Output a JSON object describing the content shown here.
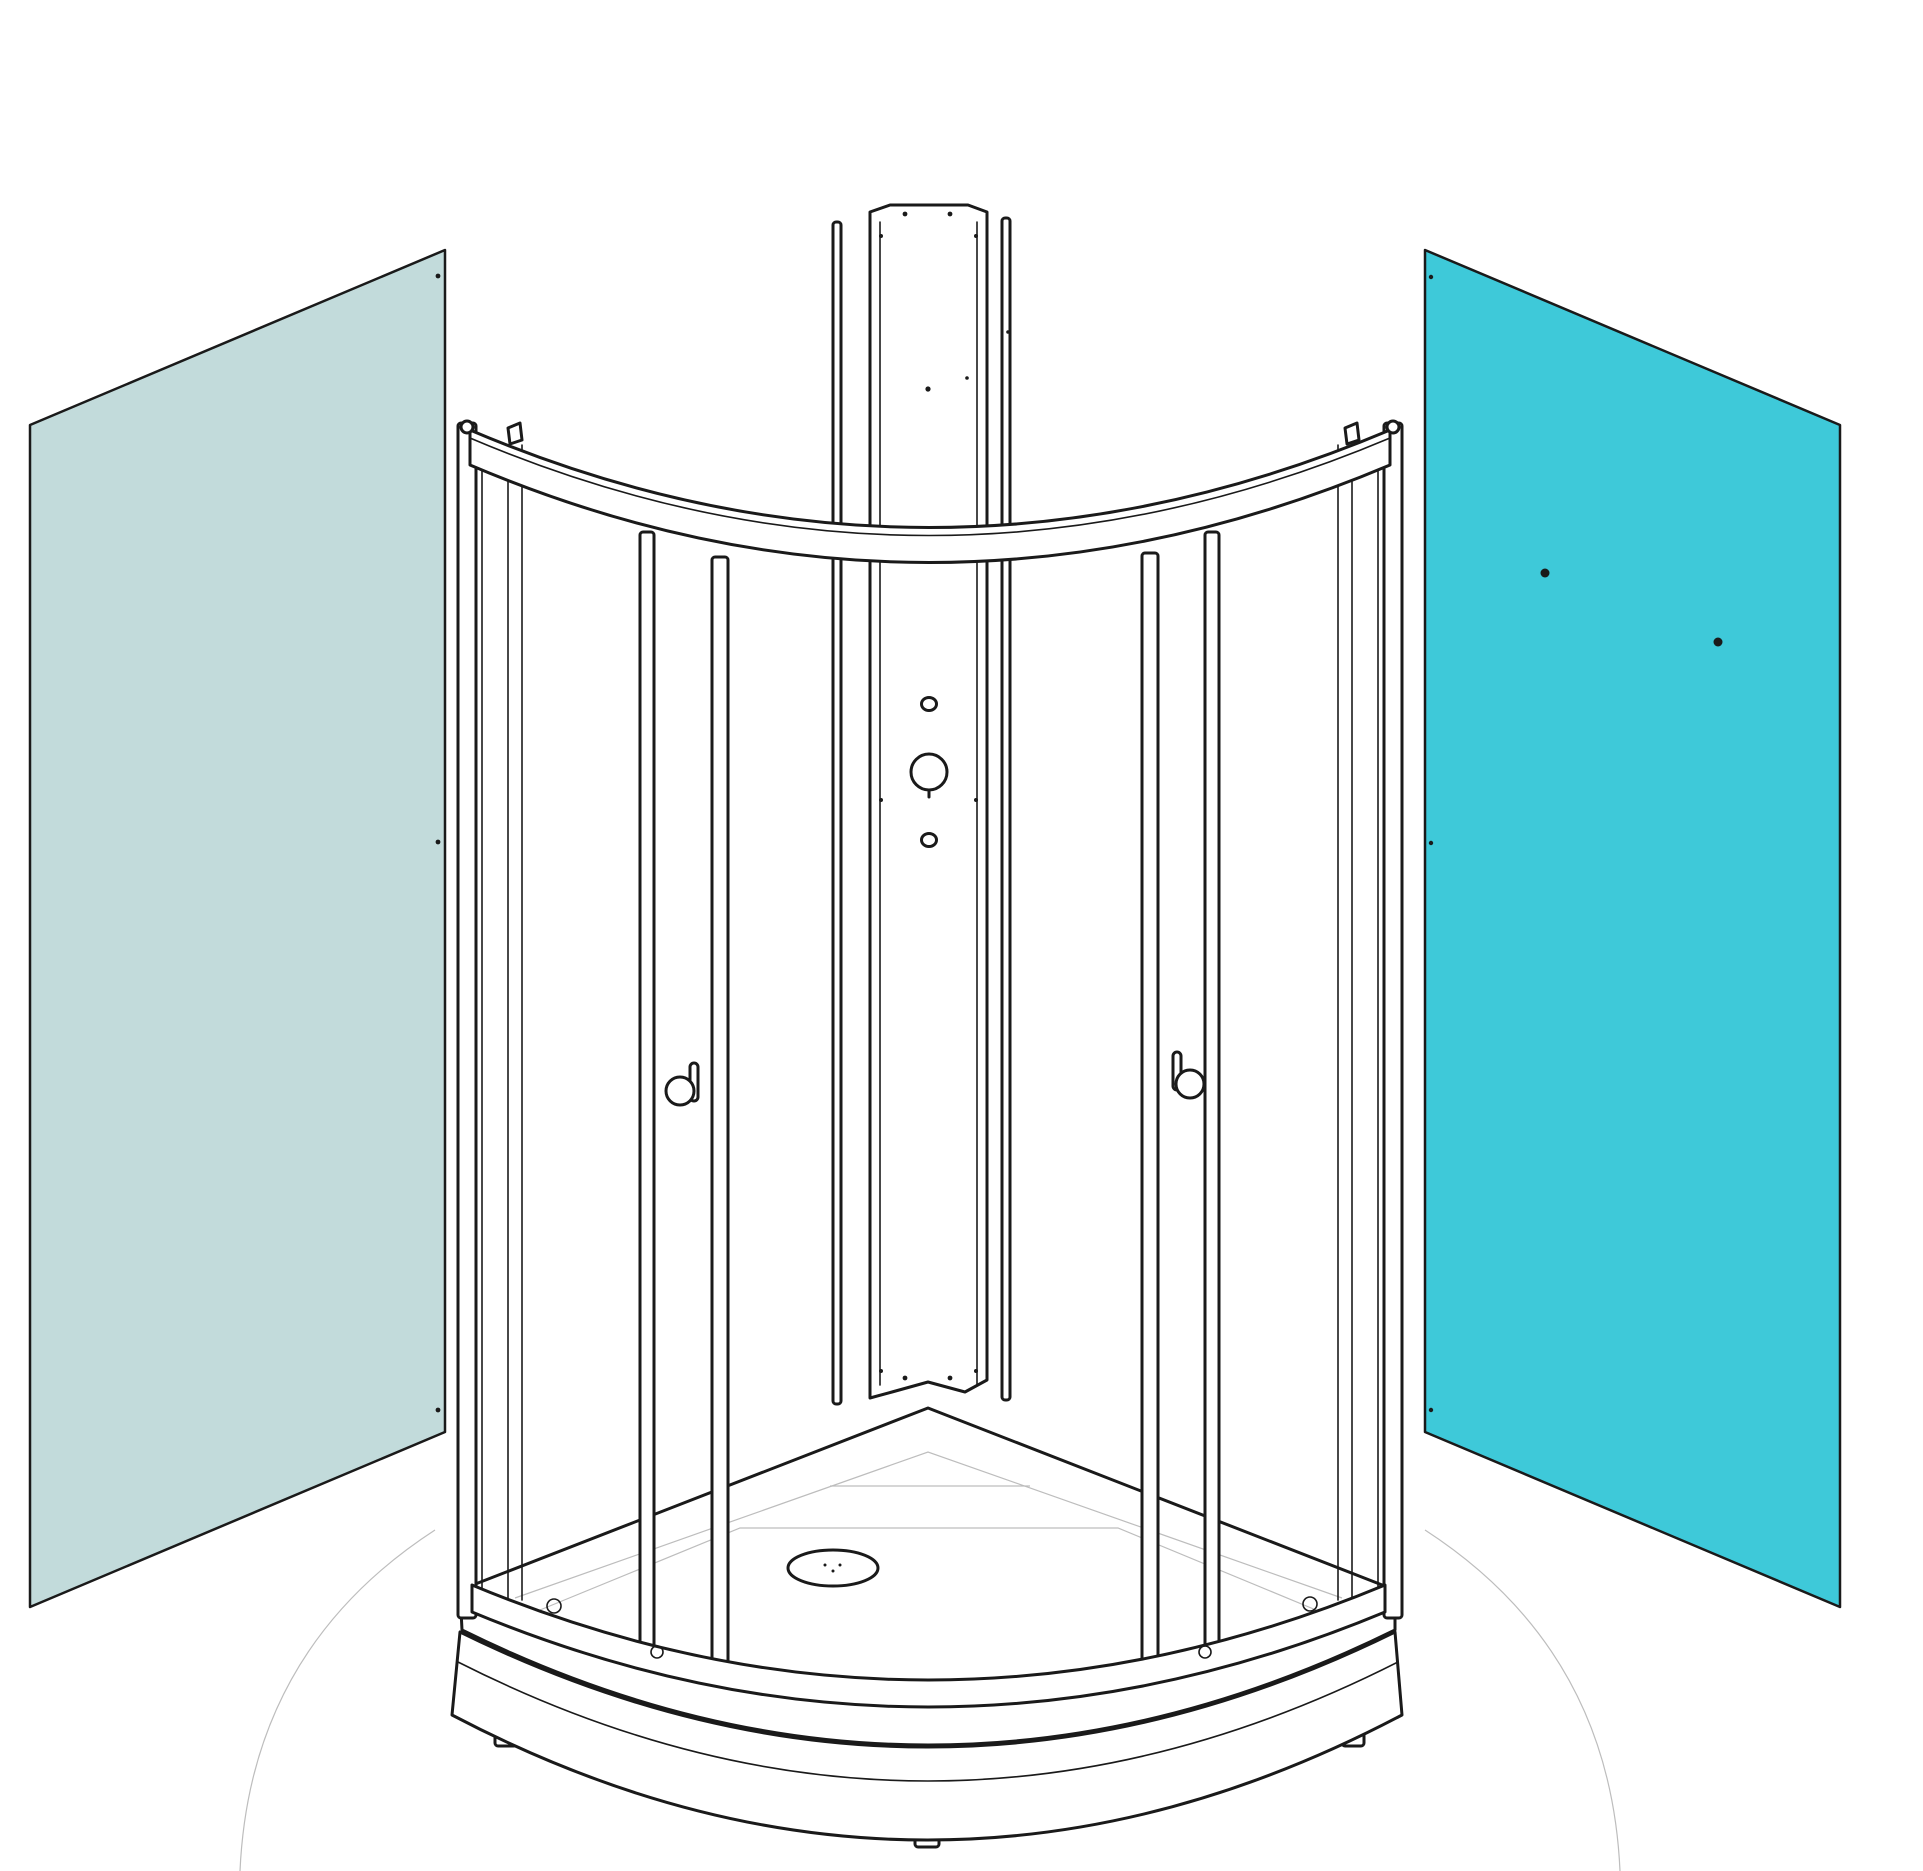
{
  "colors": {
    "left_panel": "#c2dbdb",
    "right_panel": "#3ec9d9",
    "outline": "#1a1a1a",
    "background": "#ffffff"
  },
  "parts": {
    "left_wall_panel": "left-wall-panel",
    "right_wall_panel": "right-wall-panel",
    "back_column": "back-column",
    "shower_enclosure": "curved-shower-enclosure",
    "shower_tray": "shower-tray",
    "door_handles": "door-handle-icon"
  }
}
